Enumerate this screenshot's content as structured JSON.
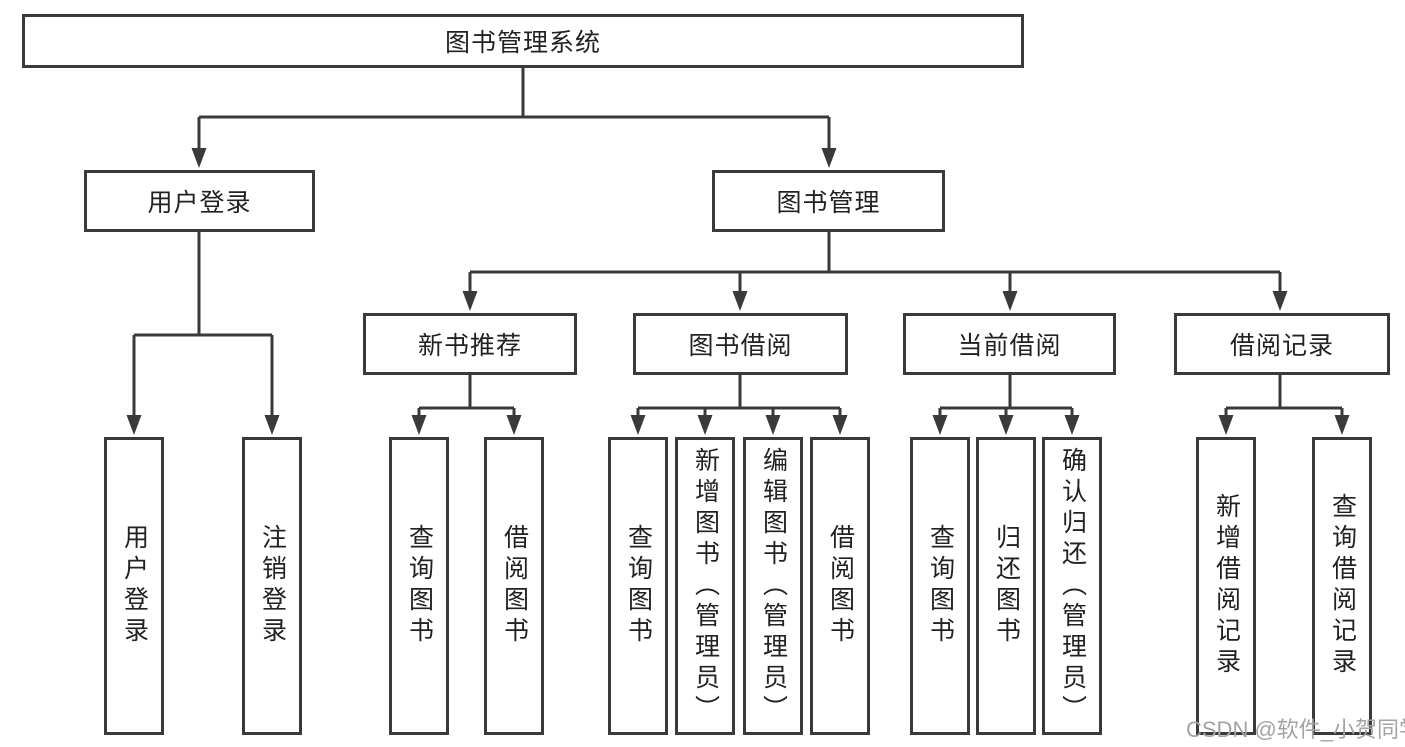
{
  "colors": {
    "line": "#3a3a3a",
    "text": "#222222",
    "background": "#ffffff",
    "watermark": "#a3a3a3"
  },
  "watermark": "CSDN @软件_小贺同学",
  "tree": {
    "label": "图书管理系统",
    "children": [
      {
        "label": "用户登录",
        "children": [
          {
            "label": "用户登录"
          },
          {
            "label": "注销登录"
          }
        ]
      },
      {
        "label": "图书管理",
        "children": [
          {
            "label": "新书推荐",
            "children": [
              {
                "label": "查询图书"
              },
              {
                "label": "借阅图书"
              }
            ]
          },
          {
            "label": "图书借阅",
            "children": [
              {
                "label": "查询图书"
              },
              {
                "label": "新增图书（管理员）"
              },
              {
                "label": "编辑图书（管理员）"
              },
              {
                "label": "借阅图书"
              }
            ]
          },
          {
            "label": "当前借阅",
            "children": [
              {
                "label": "查询图书"
              },
              {
                "label": "归还图书"
              },
              {
                "label": "确认归还（管理员）"
              }
            ]
          },
          {
            "label": "借阅记录",
            "children": [
              {
                "label": "新增借阅记录"
              },
              {
                "label": "查询借阅记录"
              }
            ]
          }
        ]
      }
    ]
  }
}
